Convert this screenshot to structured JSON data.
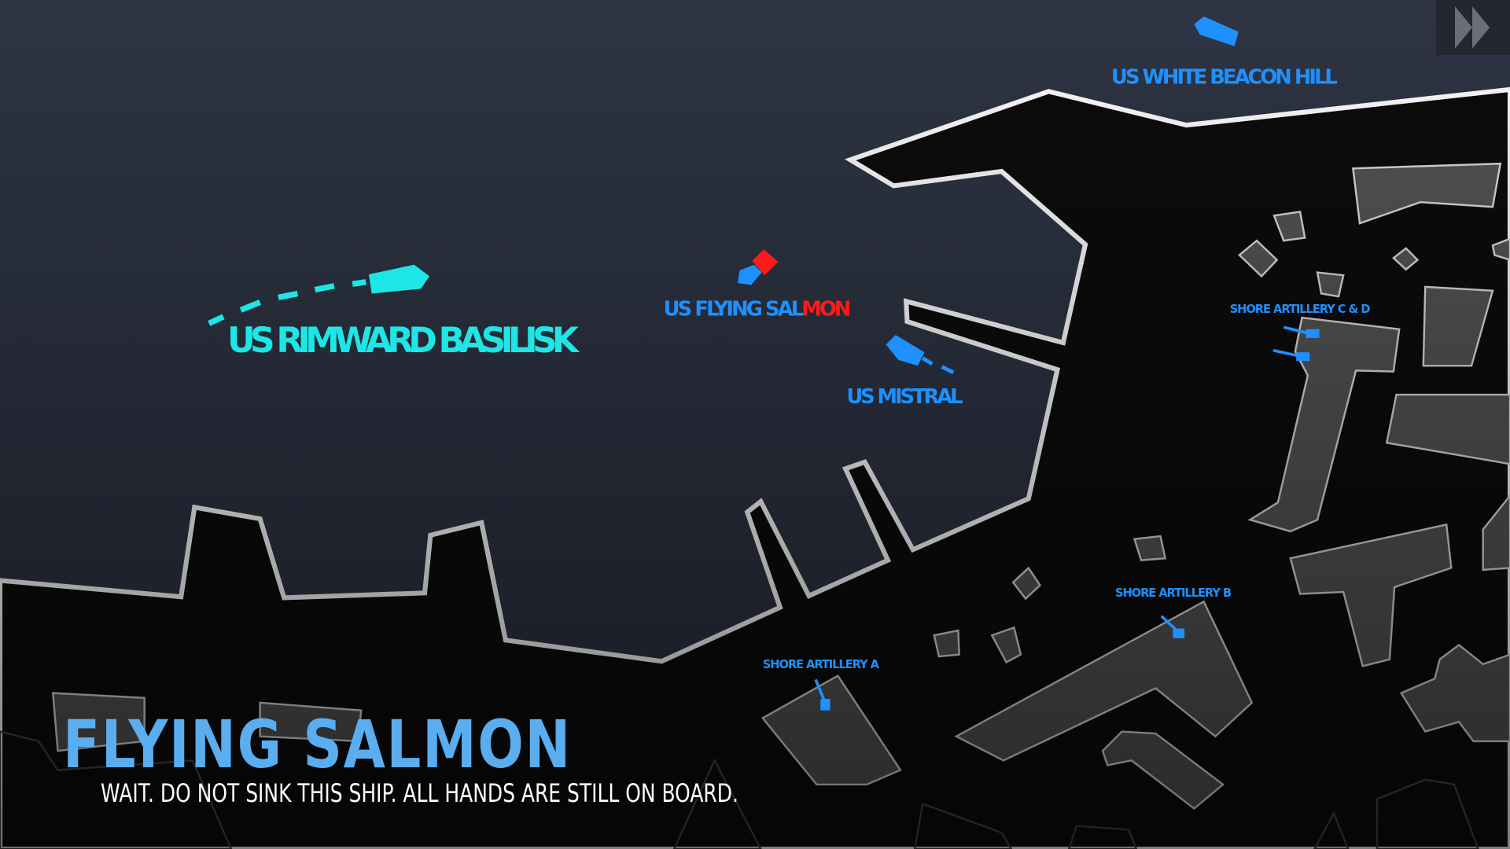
{
  "ships": {
    "rimward_basilisk": "US RIMWARD BASILISK",
    "flying_salmon_a": "US FLYING SAL",
    "flying_salmon_b": "MON",
    "mistral": "US MISTRAL",
    "white_beacon_hill": "US WHITE BEACON HILL"
  },
  "artillery": {
    "a": "SHORE ARTILLERY A",
    "b": "SHORE ARTILLERY B",
    "cd": "SHORE ARTILLERY C & D"
  },
  "banner": {
    "title": "FLYING SALMON",
    "subtitle": "WAIT. DO NOT SINK THIS SHIP. ALL HANDS ARE STILL ON BOARD."
  },
  "colors": {
    "sea": "#2e3444",
    "land": "#0c0c0c",
    "friendly": "#1e90ff",
    "player": "#1ee6e6",
    "hostile": "#ff1a1a",
    "title": "#5aaef0"
  }
}
